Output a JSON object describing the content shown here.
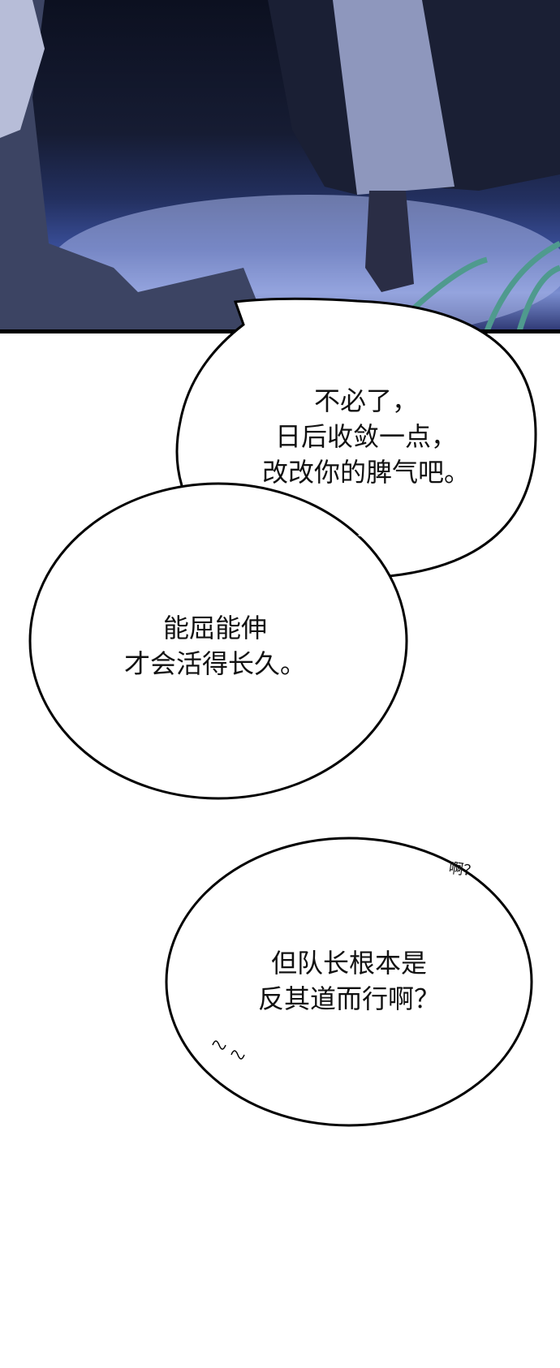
{
  "bubbles": [
    {
      "lines": [
        "不必了，",
        "日后收敛一点，",
        "改改你的脾气吧。"
      ]
    },
    {
      "lines": [
        "能屈能伸",
        "才会活得长久。"
      ]
    },
    {
      "lines": [
        "但队长根本是",
        "反其道而行啊？"
      ]
    }
  ],
  "sfx": {
    "text": "啊？",
    "squiggle": "〰"
  },
  "colors": {
    "panel_dark": "#0c1020",
    "ground_blue": "#7b8ed0",
    "grass": "#4f9a8e"
  }
}
